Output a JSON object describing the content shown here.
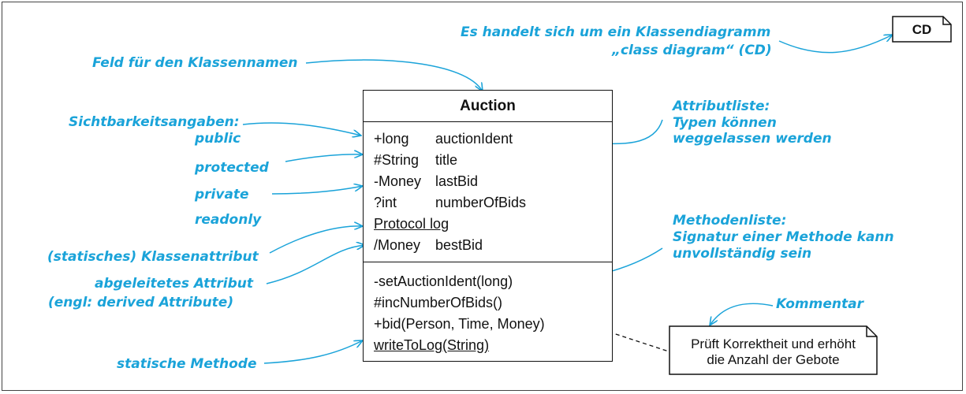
{
  "diagram_tag": "CD",
  "uml_class": {
    "name": "Auction",
    "attributes": [
      {
        "type": "+long",
        "name": "auctionIdent",
        "static": false
      },
      {
        "type": "#String",
        "name": "title",
        "static": false
      },
      {
        "type": "-Money",
        "name": "lastBid",
        "static": false
      },
      {
        "type": "?int",
        "name": "numberOfBids",
        "static": false
      },
      {
        "type": "Protocol",
        "name": "log",
        "static": true
      },
      {
        "type": "/Money",
        "name": "bestBid",
        "static": false
      }
    ],
    "methods": [
      {
        "signature": "-setAuctionIdent(long)",
        "static": false
      },
      {
        "signature": "#incNumberOfBids()",
        "static": false
      },
      {
        "signature": "+bid(Person, Time, Money)",
        "static": false
      },
      {
        "signature": "writeToLog(String)",
        "static": true
      }
    ]
  },
  "comment": {
    "line1": "Prüft Korrektheit und erhöht",
    "line2": "die Anzahl der Gebote"
  },
  "annotations": {
    "cd_line1": "Es handelt sich um ein Klassendiagramm",
    "cd_line2": "„class diagram“ (CD)",
    "class_name_field": "Feld für den Klassennamen",
    "visibility_title": "Sichtbarkeitsangaben:",
    "public": "public",
    "protected": "protected",
    "private": "private",
    "readonly": "readonly",
    "static_attribute": "(statisches) Klassenattribut",
    "derived_line1": "abgeleitetes Attribut",
    "derived_line2": "(engl: derived Attribute)",
    "static_method": "statische Methode",
    "attr_list_line1": "Attributliste:",
    "attr_list_line2": "Typen können",
    "attr_list_line3": "weggelassen werden",
    "method_list_line1": "Methodenliste:",
    "method_list_line2": "Signatur einer Methode kann",
    "method_list_line3": "unvollständig sein",
    "comment_label": "Kommentar"
  },
  "colors": {
    "annotation": "#1aa3d9",
    "uml_line": "#111111"
  }
}
